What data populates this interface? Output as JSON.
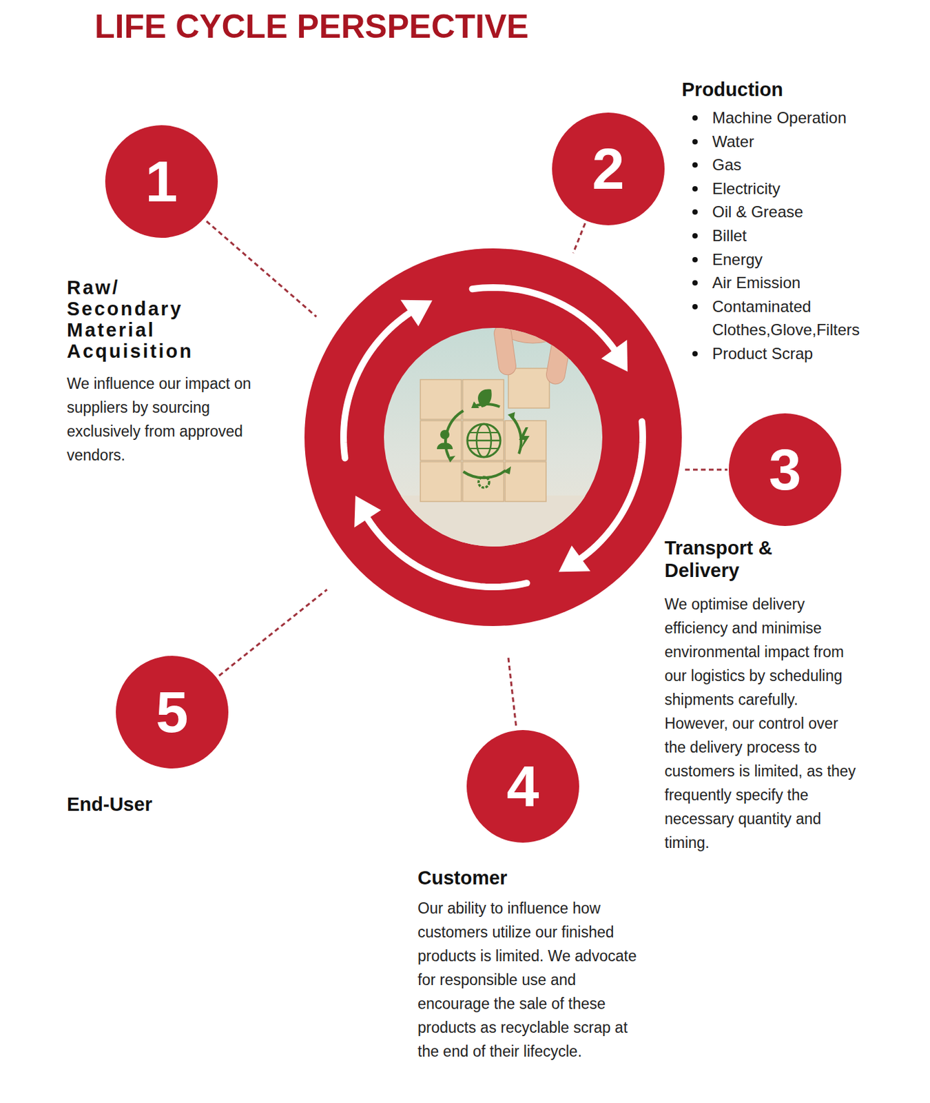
{
  "diagram": {
    "title": "LIFE CYCLE PERSPECTIVE",
    "nodes": [
      {
        "text": [
          "1",
          "Raw/ Secondary Material Acquisition",
          "We influence our impact on suppliers by sourcing exclusively from approved vendors."
        ]
      },
      {
        "text": [
          "2",
          "Production",
          "Machine Operation",
          "Water",
          "Gas",
          "Electricity",
          "Oil & Grease",
          "Billet",
          "Energy",
          "Air Emission",
          "Contaminated Clothes,Glove,Filters",
          "Product Scrap"
        ]
      },
      {
        "text": [
          "3",
          "Transport & Delivery",
          "We optimise delivery efficiency and minimise environmental impact from our logistics by scheduling shipments carefully. However, our control over the delivery process to customers is limited, as they frequently specify the necessary quantity and timing."
        ]
      },
      {
        "text": [
          "4",
          "Customer",
          "Our ability to influence how customers utilize our finished products is limited. We advocate for responsible use and encourage the sale of these products as recyclable scrap at the end of their lifecycle."
        ]
      },
      {
        "text": [
          "5",
          "End-User"
        ]
      }
    ]
  }
}
